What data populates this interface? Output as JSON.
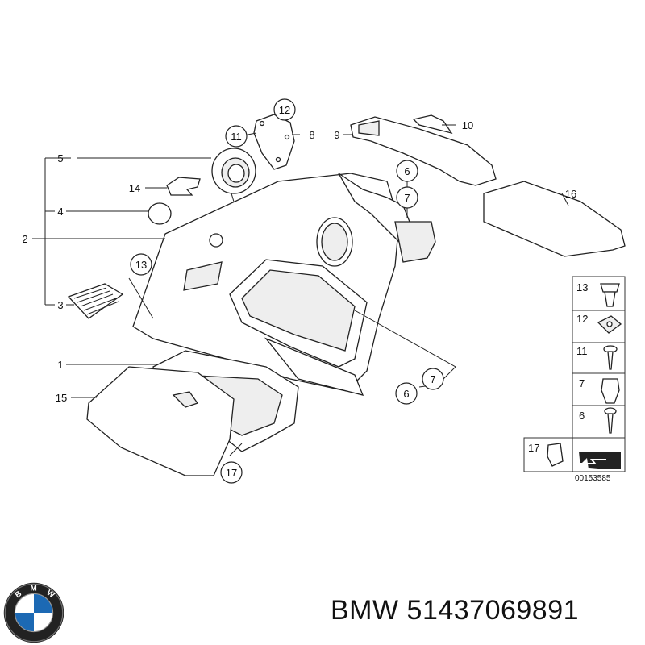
{
  "callouts": {
    "c1": "1",
    "c2": "2",
    "c3": "3",
    "c4": "4",
    "c5": "5",
    "c6a": "6",
    "c6b": "6",
    "c7a": "7",
    "c7b": "7",
    "c8": "8",
    "c9": "9",
    "c10": "10",
    "c11": "11",
    "c12": "12",
    "c13": "13",
    "c14": "14",
    "c15": "15",
    "c16": "16",
    "c17": "17"
  },
  "legend": {
    "items": [
      "13",
      "12",
      "11",
      "7",
      "6",
      "17"
    ],
    "diagram_number": "00153585"
  },
  "brand": {
    "logo_text": "BMW",
    "caption": "BMW 51437069891"
  }
}
